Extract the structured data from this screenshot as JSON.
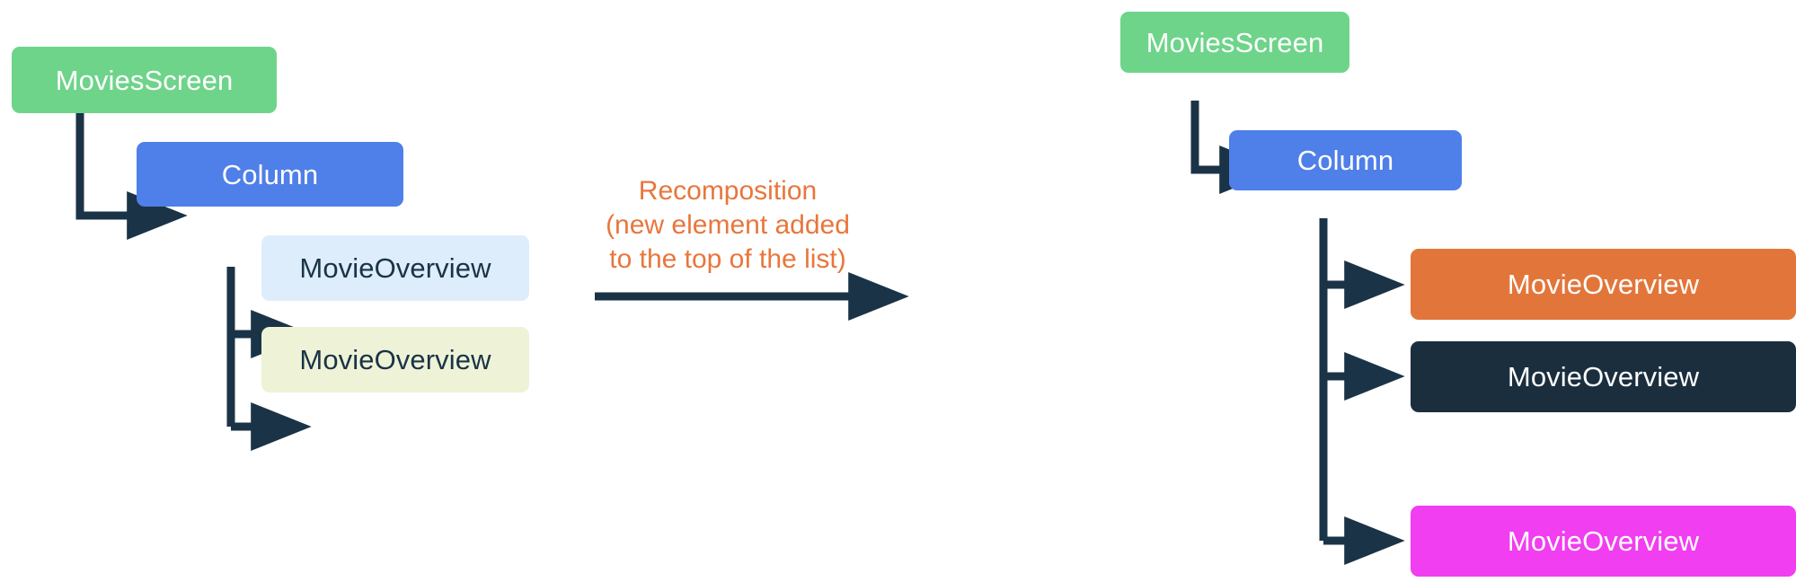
{
  "figure": {
    "title_absent": true,
    "background_color": "#ffffff",
    "connector_color": "#1b3347",
    "transition": {
      "label_lines": [
        "Recomposition",
        "(new element added",
        "to the top of the list)"
      ],
      "label_color": "#e8763c",
      "arrow_name": "recomposition-arrow"
    }
  },
  "before_tree": {
    "name": "before-composition-tree",
    "root": {
      "label": "MoviesScreen",
      "color": "#6ed48a",
      "text_color": "#ffffff"
    },
    "column": {
      "label": "Column",
      "color": "#4f7fe8",
      "text_color": "#ffffff"
    },
    "children": [
      {
        "label": "MovieOverview",
        "color": "#ddedfb",
        "text_color": "#1b3347"
      },
      {
        "label": "MovieOverview",
        "color": "#eef3d7",
        "text_color": "#1b3347"
      }
    ]
  },
  "after_tree": {
    "name": "after-composition-tree",
    "root": {
      "label": "MoviesScreen",
      "color": "#6ed48a",
      "text_color": "#ffffff"
    },
    "column": {
      "label": "Column",
      "color": "#4f7fe8",
      "text_color": "#ffffff"
    },
    "children": [
      {
        "label": "MovieOverview",
        "color": "#e2763a",
        "text_color": "#ffffff"
      },
      {
        "label": "MovieOverview",
        "color": "#1b2e3e",
        "text_color": "#ffffff"
      },
      {
        "label": "MovieOverview",
        "color": "#f03ef0",
        "text_color": "#ffffff"
      }
    ]
  }
}
